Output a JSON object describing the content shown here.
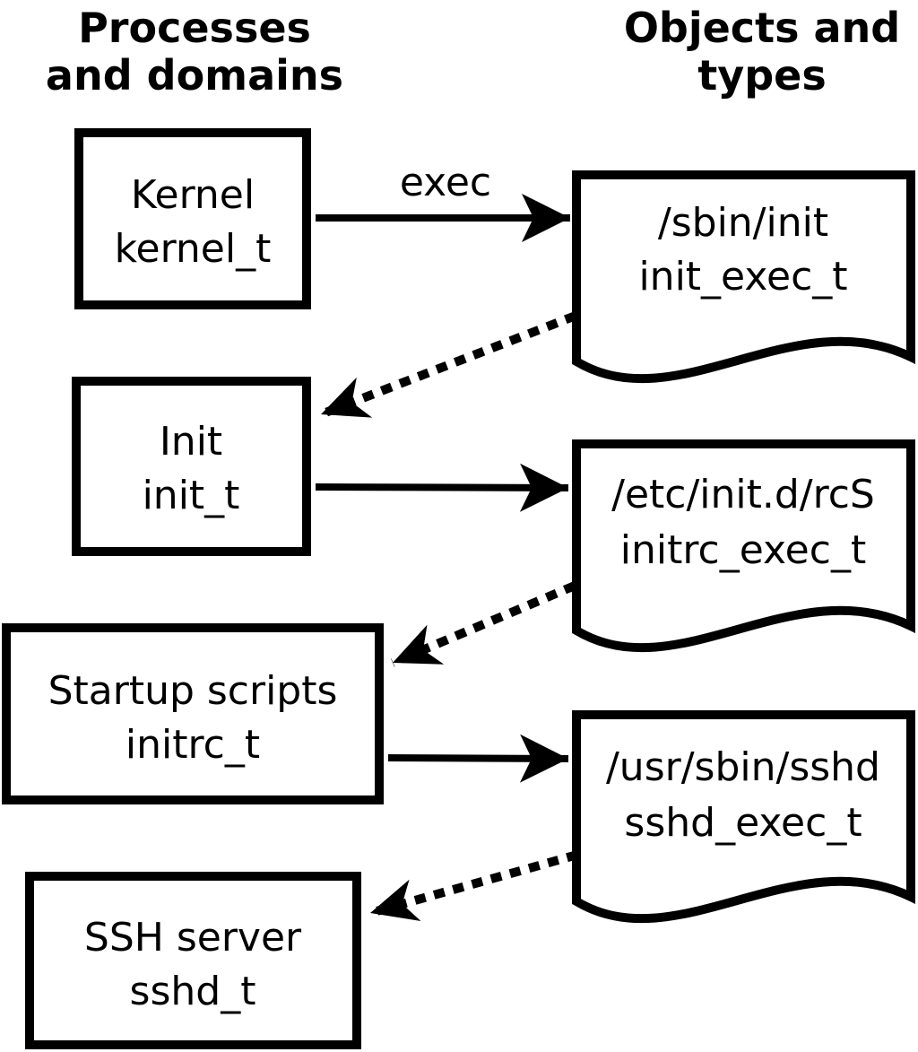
{
  "headers": {
    "left": {
      "line1": "Processes",
      "line2": "and domains"
    },
    "right": {
      "line1": "Objects and",
      "line2": "types"
    }
  },
  "processes": [
    {
      "name": "Kernel",
      "domain": "kernel_t"
    },
    {
      "name": "Init",
      "domain": "init_t"
    },
    {
      "name": "Startup scripts",
      "domain": "initrc_t"
    },
    {
      "name": "SSH server",
      "domain": "sshd_t"
    }
  ],
  "objects": [
    {
      "path": "/sbin/init",
      "type": "init_exec_t"
    },
    {
      "path": "/etc/init.d/rcS",
      "type": "initrc_exec_t"
    },
    {
      "path": "/usr/sbin/sshd",
      "type": "sshd_exec_t"
    }
  ],
  "labels": {
    "exec": "exec"
  },
  "colors": {
    "foreground": "#000000",
    "background": "#ffffff"
  }
}
